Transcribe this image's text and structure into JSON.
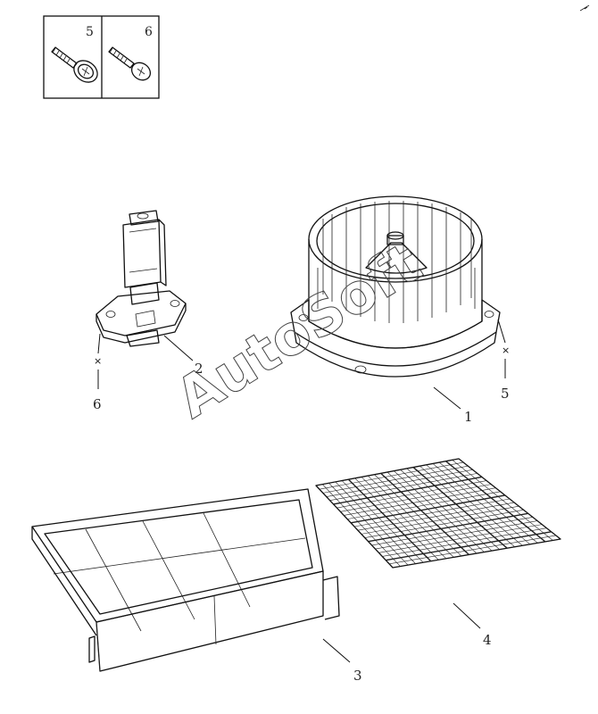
{
  "inset": {
    "labels": [
      "5",
      "6"
    ]
  },
  "callouts": {
    "p1": "1",
    "p2": "2",
    "p3": "3",
    "p4": "4",
    "p5": "5",
    "p6": "6"
  },
  "watermark": "AutoSoft",
  "parts": [
    "blower-motor-fan-icon",
    "blower-resistor-icon",
    "air-filter-housing-icon",
    "cabin-air-filter-icon",
    "screw-icon"
  ]
}
